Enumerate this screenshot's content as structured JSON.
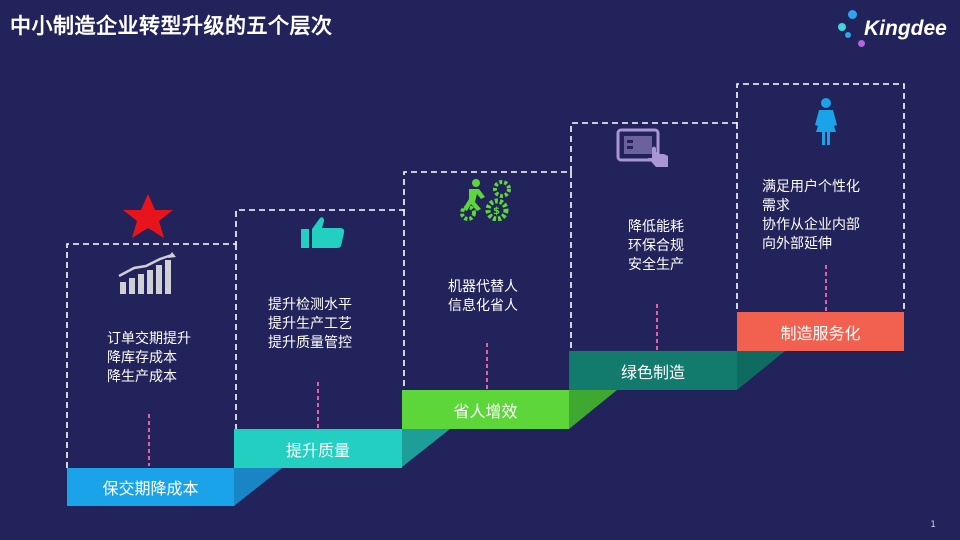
{
  "title": "中小制造企业转型升级的五个层次",
  "logo": {
    "text": "Kingdee",
    "icon": "kingdee-dots-logo"
  },
  "colors": {
    "background": "#22235a",
    "step1": "#1aa3e8",
    "step2": "#22cfc0",
    "step3": "#5dd63a",
    "step4": "#137a6e",
    "step5": "#f2604f",
    "icon_gray": "#cfcfd6",
    "icon_cyan": "#22cfc0",
    "icon_green": "#5dd63a",
    "icon_purple": "#a896d6",
    "icon_blue": "#1aa3e8",
    "star_red": "#e8141c",
    "dash_pink": "#e85fa8"
  },
  "steps": [
    {
      "label": "保交期降成本",
      "icon": "star-icon",
      "icon2": "bar-chart-icon",
      "lines": [
        "订单交期提升",
        "降库存成本",
        "降生产成本"
      ]
    },
    {
      "label": "提升质量",
      "icon": "thumbs-up-icon",
      "lines": [
        "提升检测水平",
        "提升生产工艺",
        "提升质量管控"
      ]
    },
    {
      "label": "省人增效",
      "icon": "gears-worker-icon",
      "lines": [
        "机器代替人",
        "信息化省人"
      ]
    },
    {
      "label": "绿色制造",
      "icon": "tablet-touch-icon",
      "lines": [
        "降低能耗",
        "环保合规",
        "安全生产"
      ]
    },
    {
      "label": "制造服务化",
      "icon": "person-icon",
      "lines": [
        "满足用户个性化",
        "需求",
        "协作从企业内部",
        "向外部延伸"
      ]
    }
  ],
  "page_number": "1"
}
